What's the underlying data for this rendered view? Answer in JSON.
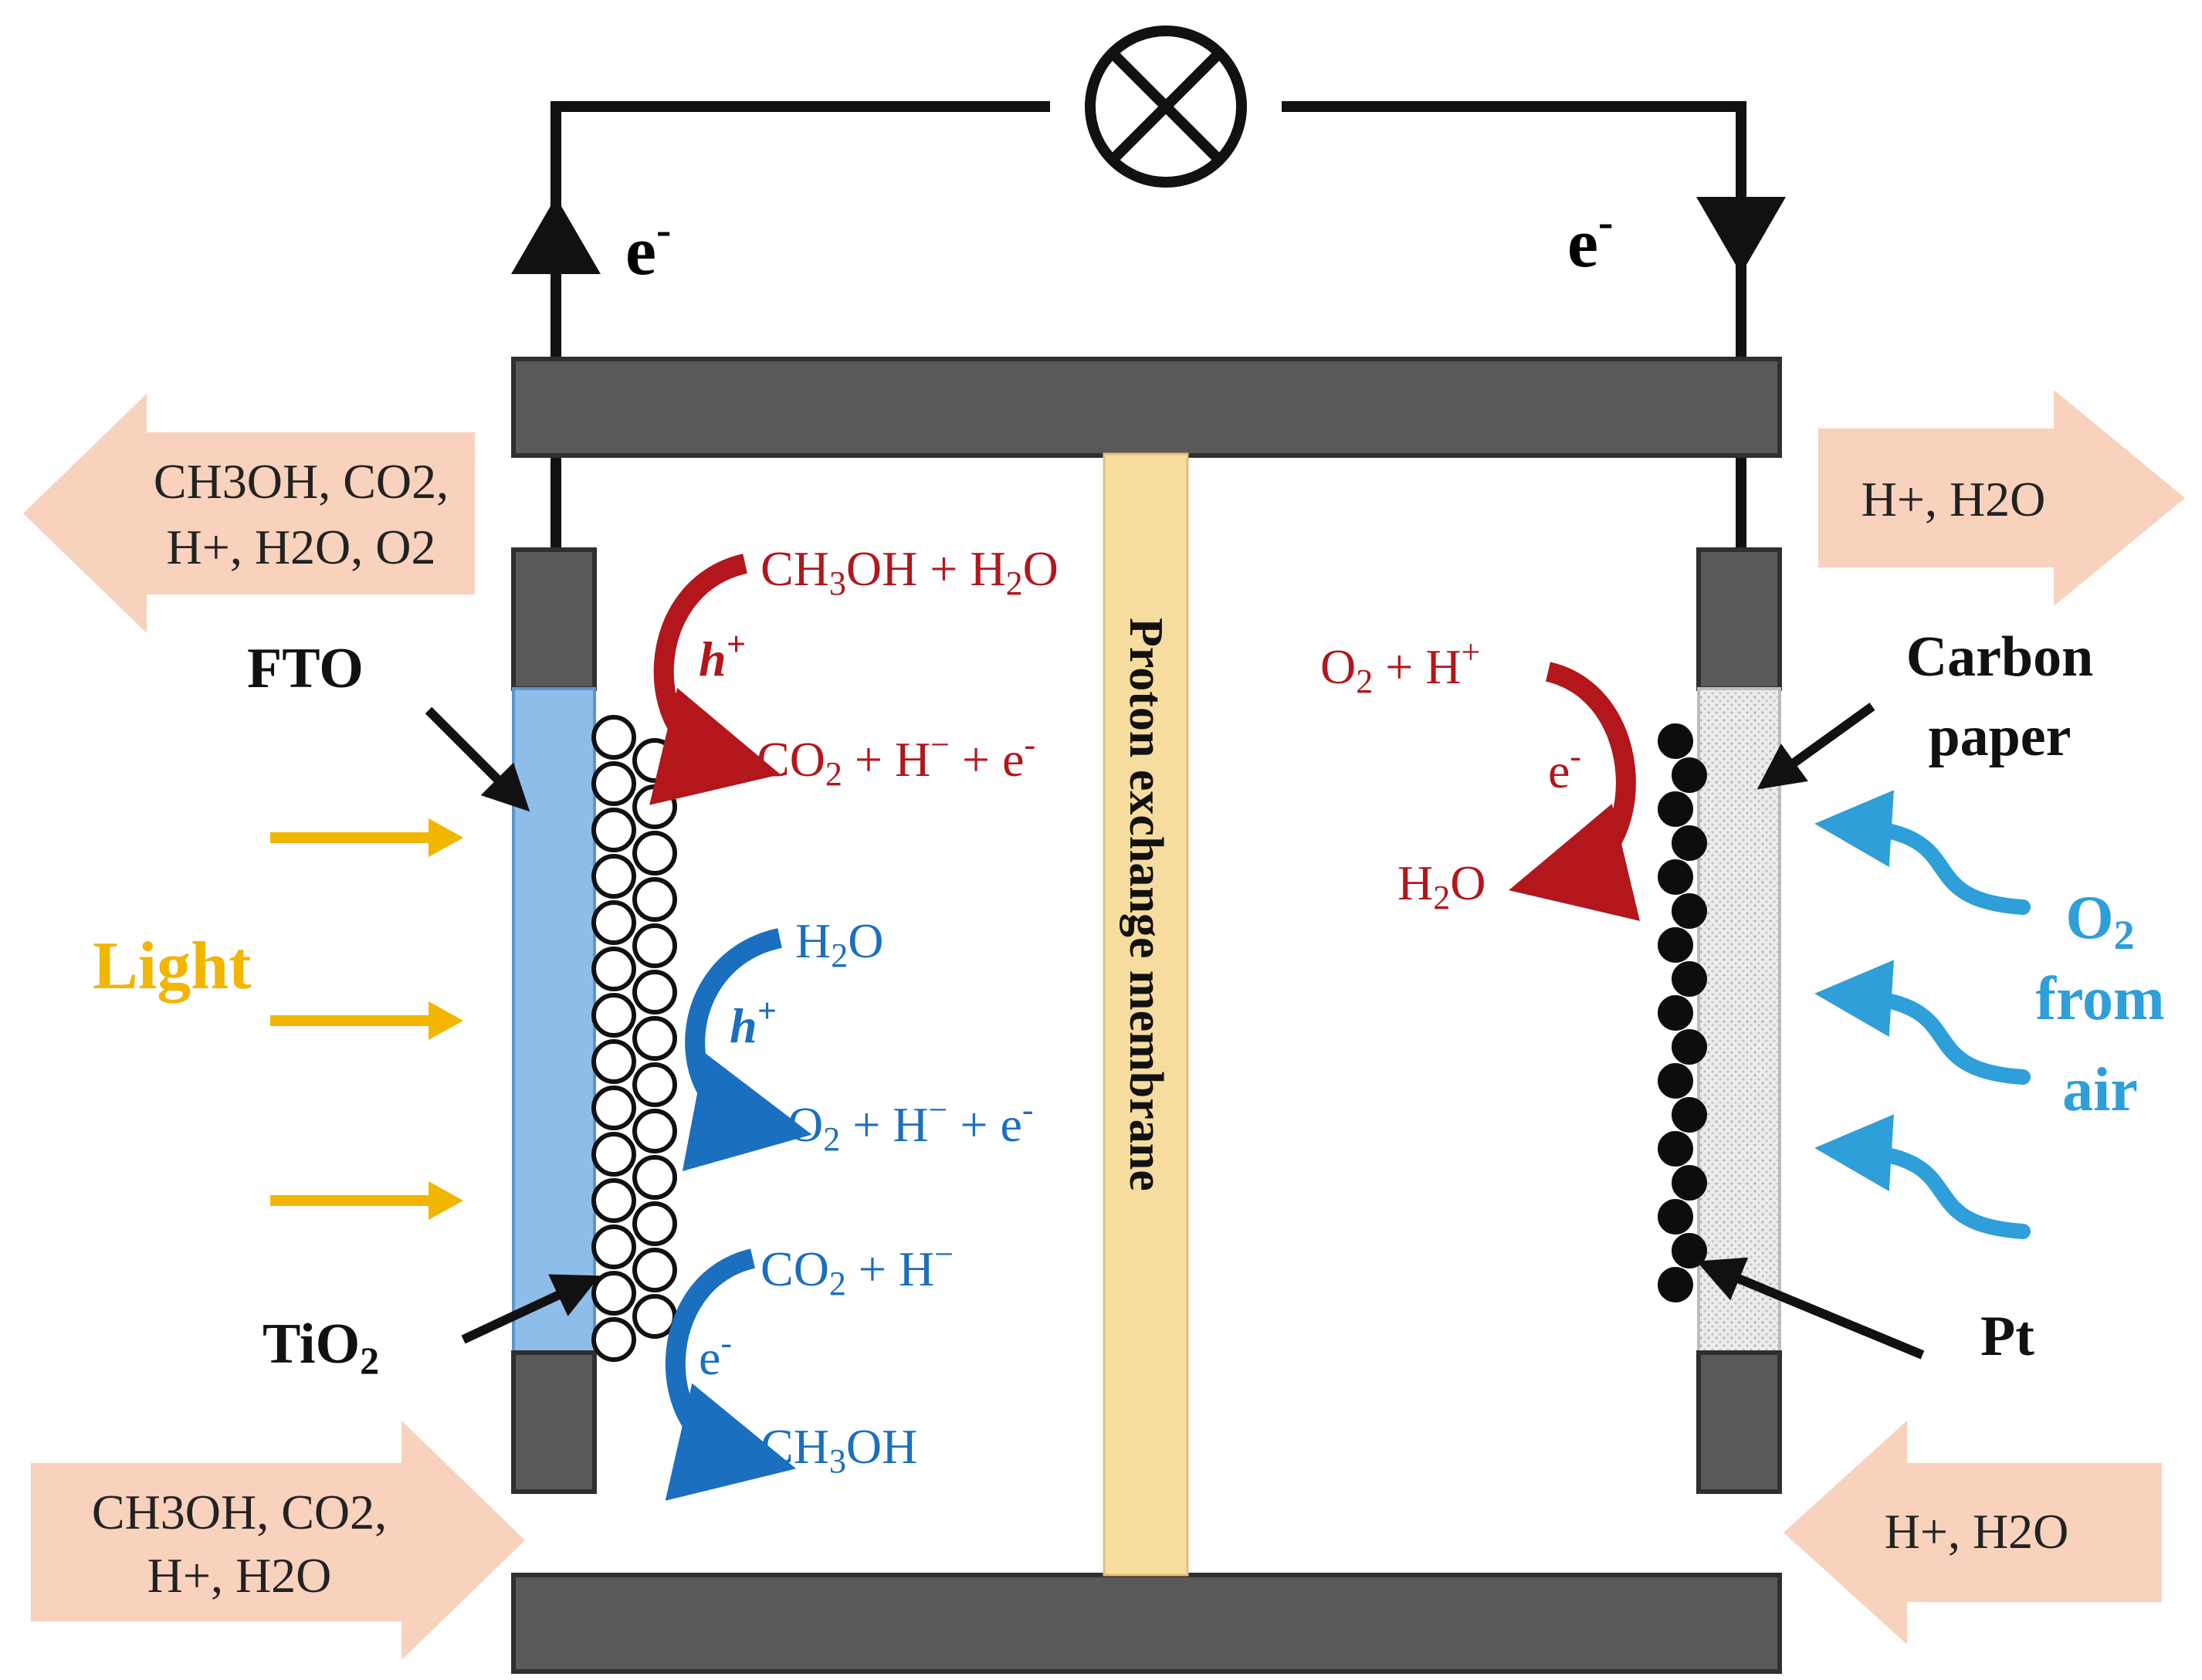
{
  "colors": {
    "plate": "#595959",
    "plate_edge": "#2f2f2f",
    "fto": "#8fbde9",
    "membrane": "#f7dca0",
    "flow_arrow": "#f8d2bc",
    "light": "#f2b500",
    "red": "#b3161b",
    "blue": "#1a6fbf",
    "air": "#2e9fd8",
    "wire": "#111111",
    "carbon_paper": "#e6e6e6",
    "pt": "#0d0d0d"
  },
  "circuit": {
    "lamp_icon": "lamp-x-icon",
    "electron_left": "e",
    "electron_right": "e",
    "electron_sup": "-"
  },
  "membrane": {
    "label": "Proton exchange membrane"
  },
  "flows": {
    "top_left": {
      "line1": "CH3OH, CO2,",
      "line2": "H+, H2O, O2"
    },
    "bottom_left": {
      "line1": "CH3OH, CO2,",
      "line2": "H+, H2O"
    },
    "top_right": {
      "line1": "H+, H2O"
    },
    "bottom_right": {
      "line1": "H+, H2O"
    }
  },
  "labels": {
    "fto": "FTO",
    "tio2": "TiO2",
    "light": "Light",
    "carbon_paper_1": "Carbon",
    "carbon_paper_2": "paper",
    "pt": "Pt",
    "o2_from_air_1": "O2",
    "o2_from_air_2": "from",
    "o2_from_air_3": "air"
  },
  "reactions": {
    "methanol_oxidation": {
      "reactant": "CH3OH + H2O",
      "carrier": "h+",
      "product": "CO2 + H− + e-"
    },
    "water_oxidation": {
      "reactant": "H2O",
      "carrier": "h+",
      "product": "O2 + H− + e-"
    },
    "co2_reduction": {
      "reactant": "CO2 + H−",
      "carrier": "e-",
      "product": "CH3OH"
    },
    "oxygen_reduction": {
      "reactant": "O2 + H+",
      "carrier": "e-",
      "product": "H2O"
    }
  }
}
